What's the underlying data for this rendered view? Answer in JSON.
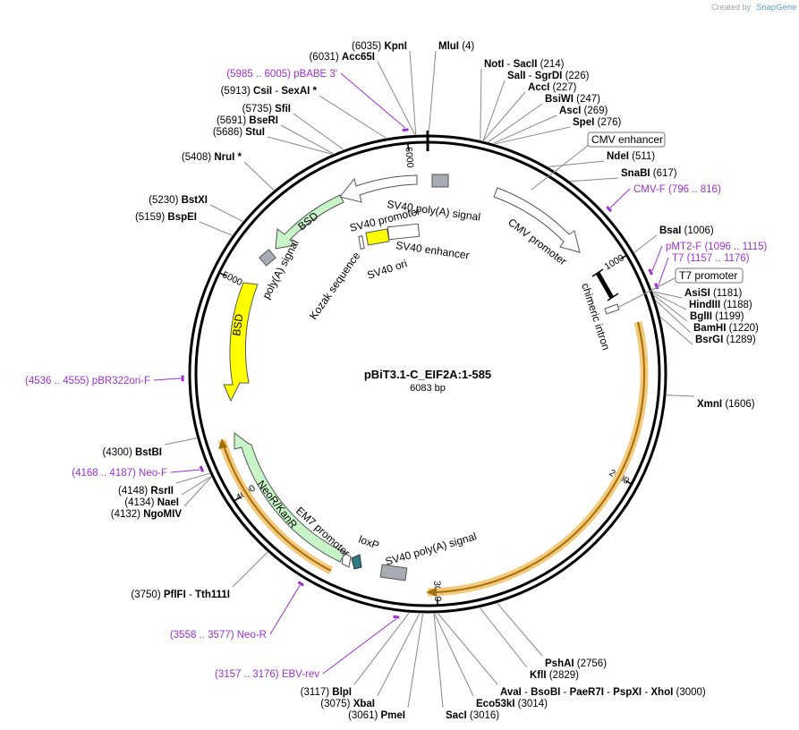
{
  "header": {
    "credit": "Created by",
    "brand": "SnapGene"
  },
  "plasmid": {
    "name": "pBiT3.1-C_EIF2A:1-585",
    "length_label": "6083 bp",
    "total_bp": 6083
  },
  "ticks": [
    {
      "pos": 1000,
      "label": "1000"
    },
    {
      "pos": 2000,
      "label": "2000"
    },
    {
      "pos": 3000,
      "label": "3000"
    },
    {
      "pos": 4000,
      "label": "4000"
    },
    {
      "pos": 5000,
      "label": "5000"
    },
    {
      "pos": 6000,
      "label": "6000"
    }
  ],
  "sites": [
    {
      "id": "kpni",
      "pos": 6035,
      "parts": [
        {
          "t": "(6035)  ",
          "b": false
        },
        {
          "t": "KpnI",
          "b": true
        }
      ]
    },
    {
      "id": "acc65i",
      "pos": 6031,
      "parts": [
        {
          "t": "(6031)  ",
          "b": false
        },
        {
          "t": "Acc65I",
          "b": true
        }
      ]
    },
    {
      "id": "mlui",
      "pos": 4,
      "parts": [
        {
          "t": "MluI",
          "b": true
        },
        {
          "t": "   (4)",
          "b": false
        }
      ]
    },
    {
      "id": "noti",
      "pos": 214,
      "parts": [
        {
          "t": "NotI",
          "b": true
        },
        {
          "t": "  -  ",
          "b": false
        },
        {
          "t": "SacII",
          "b": true
        },
        {
          "t": "   (214)",
          "b": false
        }
      ]
    },
    {
      "id": "sali",
      "pos": 226,
      "parts": [
        {
          "t": "SalI",
          "b": true
        },
        {
          "t": "  -  ",
          "b": false
        },
        {
          "t": "SgrDI",
          "b": true
        },
        {
          "t": "   (226)",
          "b": false
        }
      ]
    },
    {
      "id": "acci",
      "pos": 227,
      "parts": [
        {
          "t": "AccI",
          "b": true
        },
        {
          "t": "   (227)",
          "b": false
        }
      ]
    },
    {
      "id": "bsiwi",
      "pos": 247,
      "parts": [
        {
          "t": "BsiWI",
          "b": true
        },
        {
          "t": "   (247)",
          "b": false
        }
      ]
    },
    {
      "id": "asci",
      "pos": 269,
      "parts": [
        {
          "t": "AscI",
          "b": true
        },
        {
          "t": "   (269)",
          "b": false
        }
      ]
    },
    {
      "id": "spei",
      "pos": 276,
      "parts": [
        {
          "t": "SpeI",
          "b": true
        },
        {
          "t": "   (276)",
          "b": false
        }
      ]
    },
    {
      "id": "ndei",
      "pos": 511,
      "parts": [
        {
          "t": "NdeI",
          "b": true
        },
        {
          "t": "   (511)",
          "b": false
        }
      ]
    },
    {
      "id": "snabi",
      "pos": 617,
      "parts": [
        {
          "t": "SnaBI",
          "b": true
        },
        {
          "t": "   (617)",
          "b": false
        }
      ]
    },
    {
      "id": "bsai",
      "pos": 1006,
      "parts": [
        {
          "t": "BsaI",
          "b": true
        },
        {
          "t": "   (1006)",
          "b": false
        }
      ]
    },
    {
      "id": "asisi",
      "pos": 1181,
      "parts": [
        {
          "t": "AsiSI",
          "b": true
        },
        {
          "t": "   (1181)",
          "b": false
        }
      ]
    },
    {
      "id": "hindiii",
      "pos": 1188,
      "parts": [
        {
          "t": "HindIII",
          "b": true
        },
        {
          "t": "   (1188)",
          "b": false
        }
      ]
    },
    {
      "id": "bglii",
      "pos": 1199,
      "parts": [
        {
          "t": "BglII",
          "b": true
        },
        {
          "t": "   (1199)",
          "b": false
        }
      ]
    },
    {
      "id": "bamhi",
      "pos": 1220,
      "parts": [
        {
          "t": "BamHI",
          "b": true
        },
        {
          "t": "   (1220)",
          "b": false
        }
      ]
    },
    {
      "id": "bsrgi",
      "pos": 1289,
      "parts": [
        {
          "t": "BsrGI",
          "b": true
        },
        {
          "t": "   (1289)",
          "b": false
        }
      ]
    },
    {
      "id": "xmni",
      "pos": 1606,
      "parts": [
        {
          "t": "XmnI",
          "b": true
        },
        {
          "t": "   (1606)",
          "b": false
        }
      ]
    },
    {
      "id": "pshai",
      "pos": 2756,
      "parts": [
        {
          "t": "PshAI",
          "b": true
        },
        {
          "t": "   (2756)",
          "b": false
        }
      ]
    },
    {
      "id": "kfli",
      "pos": 2829,
      "parts": [
        {
          "t": "KflI",
          "b": true
        },
        {
          "t": "   (2829)",
          "b": false
        }
      ]
    },
    {
      "id": "avai",
      "pos": 3000,
      "parts": [
        {
          "t": "AvaI",
          "b": true
        },
        {
          "t": "  -  ",
          "b": false
        },
        {
          "t": "BsoBI",
          "b": true
        },
        {
          "t": "  -  ",
          "b": false
        },
        {
          "t": "PaeR7I",
          "b": true
        },
        {
          "t": "  -  ",
          "b": false
        },
        {
          "t": "PspXI",
          "b": true
        },
        {
          "t": "  -  ",
          "b": false
        },
        {
          "t": "XhoI",
          "b": true
        },
        {
          "t": "   (3000)",
          "b": false
        }
      ]
    },
    {
      "id": "eco53ki",
      "pos": 3014,
      "parts": [
        {
          "t": "Eco53kI",
          "b": true
        },
        {
          "t": "   (3014)",
          "b": false
        }
      ]
    },
    {
      "id": "saci",
      "pos": 3016,
      "parts": [
        {
          "t": "SacI",
          "b": true
        },
        {
          "t": "   (3016)",
          "b": false
        }
      ]
    },
    {
      "id": "pmei",
      "pos": 3061,
      "parts": [
        {
          "t": "(3061)  ",
          "b": false
        },
        {
          "t": "PmeI",
          "b": true
        }
      ]
    },
    {
      "id": "xbai",
      "pos": 3075,
      "parts": [
        {
          "t": "(3075)  ",
          "b": false
        },
        {
          "t": "XbaI",
          "b": true
        }
      ]
    },
    {
      "id": "blpi",
      "pos": 3117,
      "parts": [
        {
          "t": "(3117)  ",
          "b": false
        },
        {
          "t": "BlpI",
          "b": true
        }
      ]
    },
    {
      "id": "pflfi",
      "pos": 3750,
      "parts": [
        {
          "t": "(3750)  ",
          "b": false
        },
        {
          "t": "PflFI",
          "b": true
        },
        {
          "t": "  -  ",
          "b": false
        },
        {
          "t": "Tth111I",
          "b": true
        }
      ]
    },
    {
      "id": "ngomiv",
      "pos": 4132,
      "parts": [
        {
          "t": "(4132)  ",
          "b": false
        },
        {
          "t": "NgoMIV",
          "b": true
        }
      ]
    },
    {
      "id": "naei",
      "pos": 4134,
      "parts": [
        {
          "t": "(4134)  ",
          "b": false
        },
        {
          "t": "NaeI",
          "b": true
        }
      ]
    },
    {
      "id": "rsrii",
      "pos": 4148,
      "parts": [
        {
          "t": "(4148)  ",
          "b": false
        },
        {
          "t": "RsrII",
          "b": true
        }
      ]
    },
    {
      "id": "bstbi",
      "pos": 4300,
      "parts": [
        {
          "t": "(4300)  ",
          "b": false
        },
        {
          "t": "BstBI",
          "b": true
        }
      ]
    },
    {
      "id": "bspei",
      "pos": 5159,
      "parts": [
        {
          "t": "(5159)  ",
          "b": false
        },
        {
          "t": "BspEI",
          "b": true
        }
      ]
    },
    {
      "id": "bstxi",
      "pos": 5230,
      "parts": [
        {
          "t": "(5230)  ",
          "b": false
        },
        {
          "t": "BstXI",
          "b": true
        }
      ]
    },
    {
      "id": "nrui",
      "pos": 5408,
      "parts": [
        {
          "t": "(5408)  ",
          "b": false
        },
        {
          "t": "NruI *",
          "b": true
        }
      ]
    },
    {
      "id": "stui",
      "pos": 5686,
      "parts": [
        {
          "t": "(5686)  ",
          "b": false
        },
        {
          "t": "StuI",
          "b": true
        }
      ]
    },
    {
      "id": "bseri",
      "pos": 5691,
      "parts": [
        {
          "t": "(5691)  ",
          "b": false
        },
        {
          "t": "BseRI",
          "b": true
        }
      ]
    },
    {
      "id": "sfii",
      "pos": 5735,
      "parts": [
        {
          "t": "(5735)  ",
          "b": false
        },
        {
          "t": "SfiI",
          "b": true
        }
      ]
    },
    {
      "id": "csii",
      "pos": 5913,
      "parts": [
        {
          "t": "(5913)  ",
          "b": false
        },
        {
          "t": "CsiI",
          "b": true
        },
        {
          "t": "  -  ",
          "b": false
        },
        {
          "t": "SexAI *",
          "b": true
        }
      ]
    }
  ],
  "primers": [
    {
      "id": "pbabe3",
      "pos": 5995,
      "text": "(5985 .. 6005)  pBABE 3'"
    },
    {
      "id": "cmvf",
      "pos": 806,
      "text": "CMV-F     (796 .. 816)"
    },
    {
      "id": "pmt2f",
      "pos": 1105,
      "text": "pMT2-F     (1096 .. 1115)"
    },
    {
      "id": "t7",
      "pos": 1166,
      "text": "T7     (1157 .. 1176)"
    },
    {
      "id": "pbr322",
      "pos": 4545,
      "text": "(4536 .. 4555)  pBR322ori-F"
    },
    {
      "id": "neof",
      "pos": 4177,
      "text": "(4168 .. 4187)  Neo-F"
    },
    {
      "id": "neor",
      "pos": 3568,
      "text": "(3558 .. 3577)  Neo-R"
    },
    {
      "id": "ebvrev",
      "pos": 3166,
      "text": "(3157 .. 3176)  EBV-rev"
    }
  ],
  "boxed_labels": [
    {
      "id": "cmv-enhancer-box",
      "text": "CMV enhancer"
    },
    {
      "id": "t7-promoter-box",
      "text": "T7 promoter"
    }
  ],
  "features": [
    {
      "id": "cmv-promoter",
      "text": "CMV promoter"
    },
    {
      "id": "sv40-polya-top",
      "text": "SV40 poly(A) signal"
    },
    {
      "id": "sv40-promoter",
      "text": "SV40 promoter"
    },
    {
      "id": "sv40-enhancer",
      "text": "SV40 enhancer"
    },
    {
      "id": "sv40-ori",
      "text": "SV40 ori"
    },
    {
      "id": "kozak",
      "text": "Kozak sequence"
    },
    {
      "id": "bsd",
      "text": "BSD"
    },
    {
      "id": "polya-left",
      "text": "poly(A) signal"
    },
    {
      "id": "ori",
      "text": "ori"
    },
    {
      "id": "chimeric",
      "text": "chimeric intron"
    },
    {
      "id": "neokan",
      "text": "NeoR/KanR"
    },
    {
      "id": "em7",
      "text": "EM7 promoter"
    },
    {
      "id": "loxp",
      "text": "loxP"
    },
    {
      "id": "sv40-polya-bot",
      "text": "SV40 poly(A) signal"
    }
  ],
  "colors": {
    "backbone": "#000000",
    "primer": "#9e2fd3",
    "ori": "#ffff00",
    "marker": "#c8f5c8",
    "insert_glow": "#f5c87a",
    "insert": "#b8860b",
    "terminator": "#a6acb3",
    "loxp": "#2b7a86"
  }
}
